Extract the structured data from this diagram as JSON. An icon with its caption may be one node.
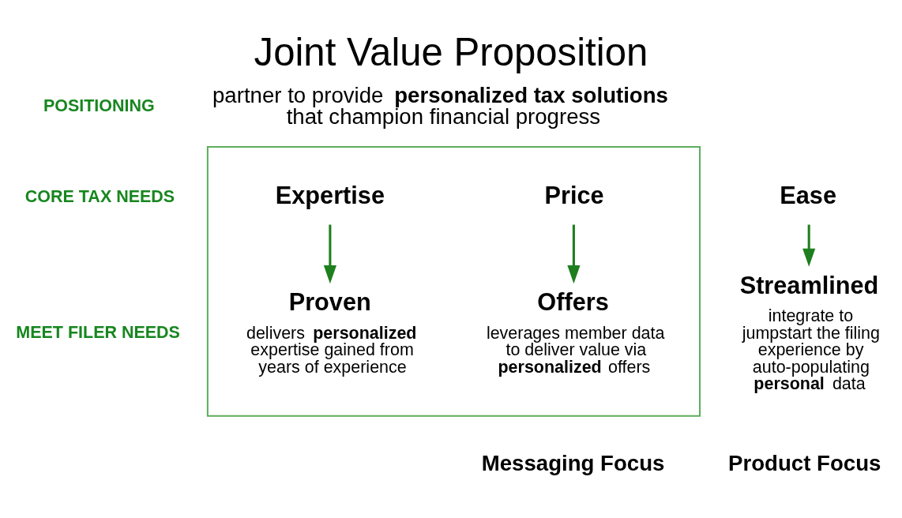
{
  "diagram": {
    "title": "Joint Value Proposition",
    "nodes": [
      {
        "text": [],
        "shape": "box"
      },
      {
        "text": [
          "Expertise"
        ],
        "in": 0
      },
      {
        "text": [
          "Price"
        ],
        "in": 0
      },
      {
        "text": [
          "Ease"
        ]
      },
      {
        "text": [
          "Proven",
          "delivers **personalized** expertise gained from years of experience"
        ],
        "in": 0
      },
      {
        "text": [
          "Offers",
          "leverages member data to deliver value via **personalized** offers"
        ],
        "in": 0
      },
      {
        "text": [
          "Streamlined",
          "integrate to jumpstart the filing experience by auto-populating **personal** data"
        ]
      }
    ],
    "edges": [
      {
        "from": 1,
        "to": 4,
        "arrow": "to"
      },
      {
        "from": 2,
        "to": 5,
        "arrow": "to"
      },
      {
        "from": 3,
        "to": 6,
        "arrow": "to"
      }
    ],
    "labels": [
      "POSITIONING",
      "partner to provide **personalized tax solutions** that champion financial progress",
      "CORE TAX NEEDS",
      "MEET FILER NEEDS",
      "Messaging Focus",
      "Product Focus"
    ]
  }
}
